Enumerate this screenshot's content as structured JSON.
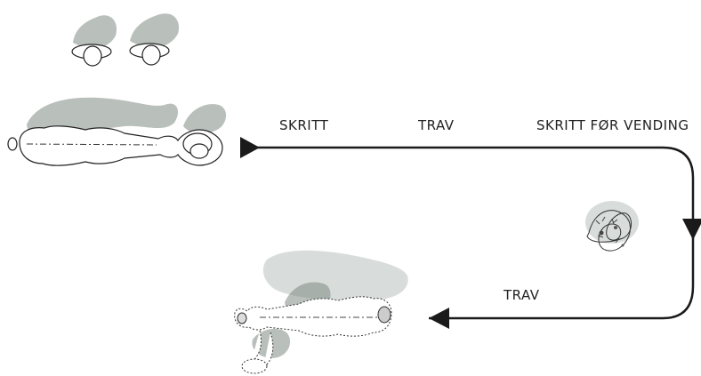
{
  "diagram": {
    "labels": {
      "segment_1": "SKRITT",
      "segment_2": "TRAV",
      "segment_3": "SKRITT FØR VENDING",
      "return_segment": "TRAV"
    },
    "colors": {
      "line": "#1a1a1a",
      "shadow": "#7f8b84",
      "outline": "#222222"
    },
    "icons": [
      "person-head-icon",
      "person-head-icon",
      "horse-rider-top-view-icon",
      "horse-rider-turned-top-view-icon",
      "turn-scribble-icon",
      "arrow-right-icon",
      "arrow-down-icon",
      "arrow-left-icon"
    ]
  }
}
